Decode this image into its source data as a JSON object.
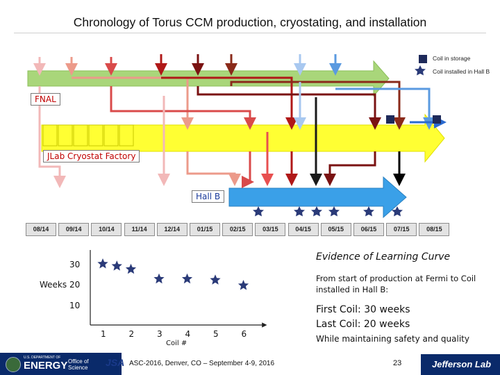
{
  "title": "Chronology of Torus CCM production, cryostating, and installation",
  "legend": {
    "storage_label": "Coil in storage",
    "installed_label": "Coil installed in Hall B"
  },
  "lanes": {
    "fnal": "FNAL",
    "jlab": "JLab Cryostat Factory",
    "hallb": "Hall B"
  },
  "timeline": [
    "08/14",
    "09/14",
    "10/14",
    "11/14",
    "12/14",
    "01/15",
    "02/15",
    "03/15",
    "04/15",
    "05/15",
    "06/15",
    "07/15",
    "08/15"
  ],
  "learning": {
    "heading": "Evidence of Learning Curve",
    "desc": "From start of production at Fermi to Coil installed in Hall B:",
    "first": "First Coil:  30 weeks",
    "last": "Last Coil:  20 weeks",
    "note": "While maintaining safety and quality"
  },
  "chart_data": {
    "type": "scatter",
    "xlabel": "Coil #",
    "ylabel": "Weeks",
    "x_ticks": [
      "1",
      "2",
      "3",
      "4",
      "5",
      "6"
    ],
    "y_ticks": [
      "30",
      "20",
      "10"
    ],
    "x": [
      1,
      1.5,
      2,
      3,
      4,
      5,
      6
    ],
    "y": [
      30,
      29,
      27.5,
      23,
      23,
      22.5,
      20
    ]
  },
  "footer": {
    "doe_label": "ENERGY",
    "doe_small": "U.S. DEPARTMENT OF",
    "office_label": "Office of Science",
    "jsa_label": "JSA",
    "conference": "ASC-2016, Denver, CO – September 4-9, 2016",
    "page": "23",
    "lab": "Jefferson Lab"
  },
  "colors": {
    "fnal_arrow": "#a9d67a",
    "jlab_arrow": "#ffff33",
    "hallb_arrow": "#3aa0e8",
    "star": "#2a3a78",
    "footer_bg": "#0a2a6a"
  }
}
